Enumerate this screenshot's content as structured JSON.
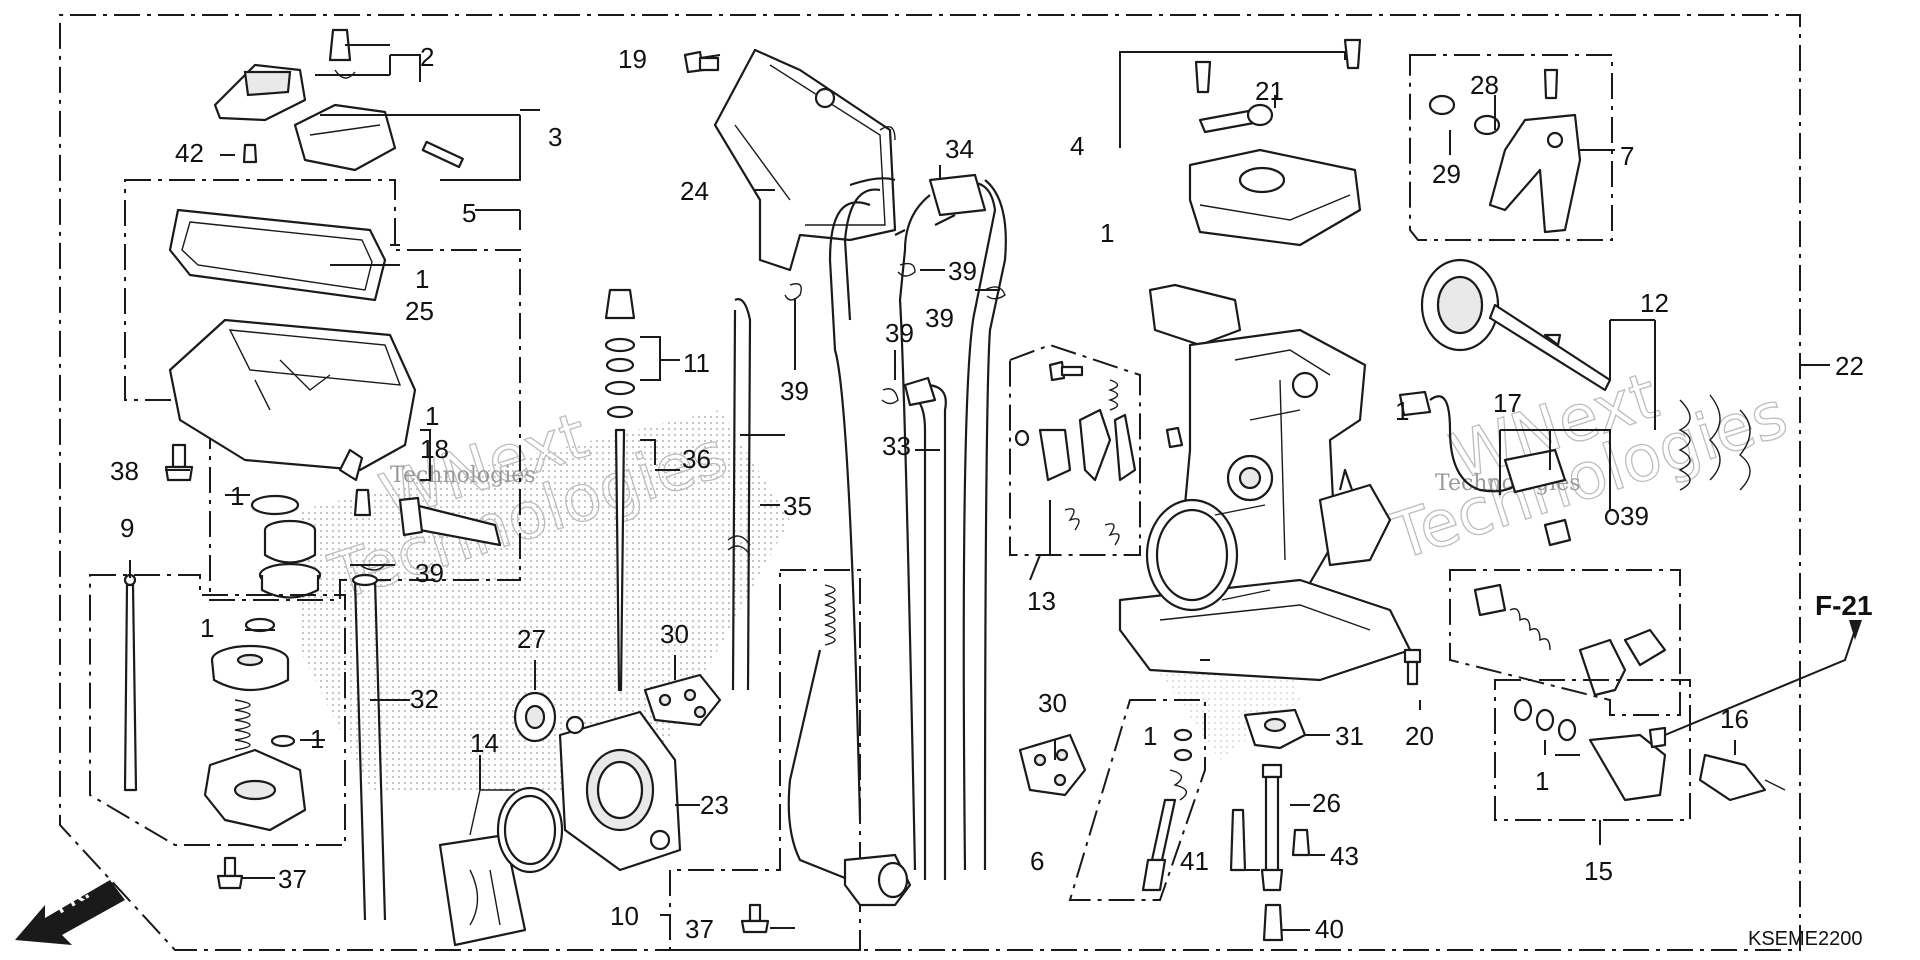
{
  "diagram": {
    "callouts": [
      "1",
      "2",
      "3",
      "4",
      "5",
      "6",
      "7",
      "9",
      "10",
      "11",
      "12",
      "13",
      "14",
      "15",
      "16",
      "17",
      "18",
      "19",
      "20",
      "21",
      "22",
      "23",
      "24",
      "25",
      "26",
      "27",
      "28",
      "29",
      "30",
      "31",
      "32",
      "33",
      "34",
      "35",
      "36",
      "37",
      "38",
      "39",
      "40",
      "41",
      "42",
      "43"
    ],
    "labels": {
      "n1a": "1",
      "n1b": "1",
      "n1c": "1",
      "n1d": "1",
      "n1e": "1",
      "n1f": "1",
      "n1g": "1",
      "n1h": "1",
      "n1i": "1",
      "n2": "2",
      "n3": "3",
      "n4": "4",
      "n5": "5",
      "n6": "6",
      "n7": "7",
      "n9": "9",
      "n10": "10",
      "n11": "11",
      "n12": "12",
      "n13": "13",
      "n14": "14",
      "n15": "15",
      "n16": "16",
      "n17": "17",
      "n18": "18",
      "n19": "19",
      "n20": "20",
      "n21": "21",
      "n22": "22",
      "n23": "23",
      "n24": "24",
      "n25": "25",
      "n26": "26",
      "n27": "27",
      "n28": "28",
      "n29": "29",
      "n30a": "30",
      "n30b": "30",
      "n31": "31",
      "n32": "32",
      "n33": "33",
      "n34": "34",
      "n35": "35",
      "n36": "36",
      "n37a": "37",
      "n37b": "37",
      "n38": "38",
      "n39a": "39",
      "n39b": "39",
      "n39c": "39",
      "n39d": "39",
      "n39e": "39",
      "n39f": "39",
      "n40": "40",
      "n41": "41",
      "n42": "42",
      "n43": "43"
    },
    "section_ref": "F-21",
    "front_arrow": "FR.",
    "diagram_code": "KSEME2200",
    "watermark_logo": "WNext",
    "watermark_text": "Technologies"
  }
}
